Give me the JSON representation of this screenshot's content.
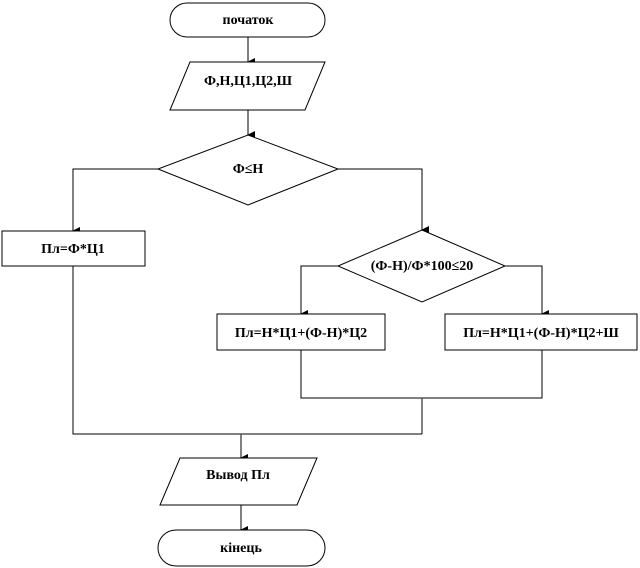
{
  "nodes": {
    "start": "початок",
    "input": "Ф,Н,Ц1,Ц2,Ш",
    "cond1": "Ф≤Н",
    "calc1": "Пл=Ф*Ц1",
    "cond2": "(Ф-Н)/Ф*100≤20",
    "calc2": "Пл=Н*Ц1+(Ф-Н)*Ц2",
    "calc3": "Пл=Н*Ц1+(Ф-Н)*Ц2+Ш",
    "output": "Вывод Пл",
    "end": "кінець"
  }
}
